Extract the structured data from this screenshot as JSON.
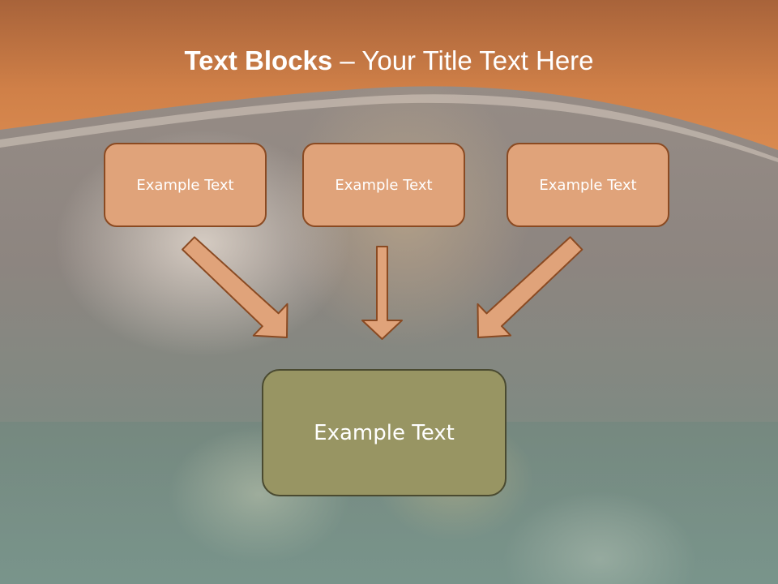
{
  "slide": {
    "title_bold": "Text Blocks",
    "title_dash": " – ",
    "title_rest": "Your Title Text Here",
    "top_boxes": [
      "Example Text",
      "Example Text",
      "Example Text"
    ],
    "center_box": "Example Text"
  },
  "colors": {
    "header": "#d08048",
    "box_fill": "#e0a37a",
    "box_border": "#8a4a22",
    "center_fill": "#989563",
    "arrow_fill": "#e0a37a"
  }
}
